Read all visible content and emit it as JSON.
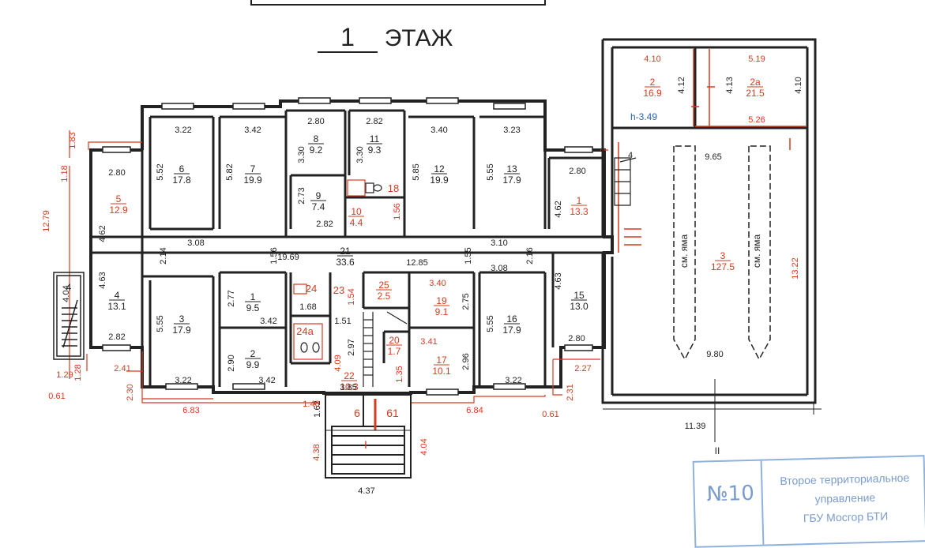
{
  "title": {
    "number": "1",
    "text": "ЭТАЖ"
  },
  "colors": {
    "ink": "#222222",
    "red": "#d83a1f",
    "blue": "#2a64b4",
    "stamp": "#7a9ccf"
  },
  "rooms": [
    {
      "id": "r6",
      "num": "6",
      "area": "17.8",
      "color": "black"
    },
    {
      "id": "r7",
      "num": "7",
      "area": "19.9",
      "color": "black"
    },
    {
      "id": "r8",
      "num": "8",
      "area": "9.2",
      "color": "black"
    },
    {
      "id": "r11",
      "num": "11",
      "area": "9.3",
      "color": "black"
    },
    {
      "id": "r12",
      "num": "12",
      "area": "19.9",
      "color": "black"
    },
    {
      "id": "r13",
      "num": "13",
      "area": "17.9",
      "color": "black"
    },
    {
      "id": "r5",
      "num": "5",
      "area": "12.9",
      "color": "red"
    },
    {
      "id": "r9",
      "num": "9",
      "area": "7.4",
      "color": "black"
    },
    {
      "id": "r10",
      "num": "10",
      "area": "4.4",
      "color": "red"
    },
    {
      "id": "r1r",
      "num": "1",
      "area": "13.3",
      "color": "red"
    },
    {
      "id": "r21",
      "num": "21",
      "area": "33.6",
      "color": "black"
    },
    {
      "id": "r4",
      "num": "4",
      "area": "13.1",
      "color": "black"
    },
    {
      "id": "r1",
      "num": "1",
      "area": "9.5",
      "color": "black"
    },
    {
      "id": "r3",
      "num": "3",
      "area": "17.9",
      "color": "black"
    },
    {
      "id": "r2",
      "num": "2",
      "area": "9.9",
      "color": "black"
    },
    {
      "id": "r25",
      "num": "25",
      "area": "2.5",
      "color": "red"
    },
    {
      "id": "r19",
      "num": "19",
      "area": "9.1",
      "color": "red"
    },
    {
      "id": "r20",
      "num": "20",
      "area": "1.7",
      "color": "red"
    },
    {
      "id": "r17",
      "num": "17",
      "area": "10.1",
      "color": "red"
    },
    {
      "id": "r16",
      "num": "16",
      "area": "17.9",
      "color": "black"
    },
    {
      "id": "r15",
      "num": "15",
      "area": "13.0",
      "color": "black"
    },
    {
      "id": "r22",
      "num": "22",
      "area": "10.3",
      "color": "red"
    },
    {
      "id": "rg2",
      "num": "2",
      "area": "16.9",
      "color": "red"
    },
    {
      "id": "rg2a",
      "num": "2а",
      "area": "21.5",
      "color": "red"
    },
    {
      "id": "rg3",
      "num": "3",
      "area": "127.5",
      "color": "red"
    }
  ],
  "singles": [
    {
      "id": "s18",
      "text": "18",
      "color": "red"
    },
    {
      "id": "s24",
      "text": "24",
      "color": "red"
    },
    {
      "id": "s23",
      "text": "23",
      "color": "red"
    },
    {
      "id": "s24a",
      "text": "24а",
      "color": "red"
    },
    {
      "id": "s6",
      "text": "6",
      "color": "red"
    },
    {
      "id": "s61",
      "text": "61",
      "color": "red"
    },
    {
      "id": "sI",
      "text": "I",
      "color": "red"
    },
    {
      "id": "sII",
      "text": "II",
      "color": "black"
    },
    {
      "id": "sh",
      "text": "h-3.49",
      "color": "blue"
    },
    {
      "id": "syama1",
      "text": "см. яма",
      "color": "black"
    },
    {
      "id": "syama2",
      "text": "см. яма",
      "color": "black"
    },
    {
      "id": "s4v",
      "text": "4",
      "color": "black"
    },
    {
      "id": "sB",
      "text": "4",
      "color": "black"
    }
  ],
  "dims": [
    {
      "id": "d1",
      "text": "3.22",
      "color": "black"
    },
    {
      "id": "d2",
      "text": "3.42",
      "color": "black"
    },
    {
      "id": "d3",
      "text": "2.80",
      "color": "black"
    },
    {
      "id": "d4",
      "text": "2.82",
      "color": "black"
    },
    {
      "id": "d5",
      "text": "3.40",
      "color": "black"
    },
    {
      "id": "d6",
      "text": "3.23",
      "color": "black"
    },
    {
      "id": "d7",
      "text": "2.80",
      "color": "black"
    },
    {
      "id": "d8",
      "text": "2.80",
      "color": "black"
    },
    {
      "id": "d9",
      "text": "5.52",
      "color": "black"
    },
    {
      "id": "d10",
      "text": "5.82",
      "color": "black"
    },
    {
      "id": "d11",
      "text": "3.30",
      "color": "black"
    },
    {
      "id": "d12",
      "text": "3.30",
      "color": "black"
    },
    {
      "id": "d13",
      "text": "5.85",
      "color": "black"
    },
    {
      "id": "d14",
      "text": "5.55",
      "color": "black"
    },
    {
      "id": "d15",
      "text": "4.62",
      "color": "black"
    },
    {
      "id": "d16",
      "text": "4.62",
      "color": "black"
    },
    {
      "id": "d17",
      "text": "2.73",
      "color": "black"
    },
    {
      "id": "d18",
      "text": "2.82",
      "color": "black"
    },
    {
      "id": "d19",
      "text": "1.56",
      "color": "red"
    },
    {
      "id": "d20",
      "text": "3.08",
      "color": "black"
    },
    {
      "id": "d21",
      "text": "3.10",
      "color": "black"
    },
    {
      "id": "d22",
      "text": "2.14",
      "color": "black"
    },
    {
      "id": "d23",
      "text": "1.56",
      "color": "black"
    },
    {
      "id": "d24",
      "text": "19.69",
      "color": "black"
    },
    {
      "id": "d25",
      "text": "12.85",
      "color": "black"
    },
    {
      "id": "d26",
      "text": "1.55",
      "color": "black"
    },
    {
      "id": "d27",
      "text": "2.16",
      "color": "black"
    },
    {
      "id": "d28",
      "text": "3.08",
      "color": "black"
    },
    {
      "id": "d29",
      "text": "4.63",
      "color": "black"
    },
    {
      "id": "d30",
      "text": "4.63",
      "color": "black"
    },
    {
      "id": "d31",
      "text": "2.77",
      "color": "black"
    },
    {
      "id": "d32",
      "text": "3.42",
      "color": "black"
    },
    {
      "id": "d33",
      "text": "5.55",
      "color": "black"
    },
    {
      "id": "d34",
      "text": "1.68",
      "color": "black"
    },
    {
      "id": "d35",
      "text": "1.54",
      "color": "red"
    },
    {
      "id": "d36",
      "text": "3.40",
      "color": "red"
    },
    {
      "id": "d37",
      "text": "2.75",
      "color": "black"
    },
    {
      "id": "d38",
      "text": "5.55",
      "color": "black"
    },
    {
      "id": "d39",
      "text": "1.51",
      "color": "black"
    },
    {
      "id": "d40",
      "text": "2.97",
      "color": "black"
    },
    {
      "id": "d41",
      "text": "4.09",
      "color": "red"
    },
    {
      "id": "d42",
      "text": "2.90",
      "color": "black"
    },
    {
      "id": "d43",
      "text": "2.82",
      "color": "black"
    },
    {
      "id": "d44",
      "text": "2.80",
      "color": "black"
    },
    {
      "id": "d45",
      "text": "3.41",
      "color": "red"
    },
    {
      "id": "d46",
      "text": "2.96",
      "color": "black"
    },
    {
      "id": "d47",
      "text": "1.35",
      "color": "red"
    },
    {
      "id": "d48",
      "text": "3.22",
      "color": "black"
    },
    {
      "id": "d49",
      "text": "3.42",
      "color": "black"
    },
    {
      "id": "d50",
      "text": "3.22",
      "color": "black"
    },
    {
      "id": "d51",
      "text": "3.85",
      "color": "black"
    },
    {
      "id": "d52",
      "text": "1.62",
      "color": "black"
    },
    {
      "id": "d53",
      "text": "1.83",
      "color": "red"
    },
    {
      "id": "d54",
      "text": "1.18",
      "color": "red"
    },
    {
      "id": "d55",
      "text": "12.79",
      "color": "red"
    },
    {
      "id": "d56",
      "text": "1.29",
      "color": "red"
    },
    {
      "id": "d57",
      "text": "1.28",
      "color": "red"
    },
    {
      "id": "d58",
      "text": "2.41",
      "color": "red"
    },
    {
      "id": "d59",
      "text": "0.61",
      "color": "red"
    },
    {
      "id": "d60",
      "text": "2.30",
      "color": "red"
    },
    {
      "id": "d61",
      "text": "6.83",
      "color": "red"
    },
    {
      "id": "d62",
      "text": "1.46",
      "color": "red"
    },
    {
      "id": "d63",
      "text": "4.38",
      "color": "red"
    },
    {
      "id": "d64",
      "text": "4.04",
      "color": "red"
    },
    {
      "id": "d65",
      "text": "6.84",
      "color": "red"
    },
    {
      "id": "d66",
      "text": "0.61",
      "color": "red"
    },
    {
      "id": "d67",
      "text": "2.31",
      "color": "red"
    },
    {
      "id": "d68",
      "text": "2.27",
      "color": "red"
    },
    {
      "id": "d69",
      "text": "4.37",
      "color": "black"
    },
    {
      "id": "d70",
      "text": "11.39",
      "color": "black"
    },
    {
      "id": "d71",
      "text": "9.65",
      "color": "black"
    },
    {
      "id": "d72",
      "text": "9.80",
      "color": "black"
    },
    {
      "id": "d73",
      "text": "13.22",
      "color": "red"
    },
    {
      "id": "d74",
      "text": "4.10",
      "color": "red"
    },
    {
      "id": "d75",
      "text": "5.19",
      "color": "red"
    },
    {
      "id": "d76",
      "text": "4.12",
      "color": "black"
    },
    {
      "id": "d77",
      "text": "4.13",
      "color": "black"
    },
    {
      "id": "d78",
      "text": "4.10",
      "color": "black"
    },
    {
      "id": "d79",
      "text": "5.26",
      "color": "red"
    },
    {
      "id": "d80",
      "text": "4.04",
      "color": "black"
    }
  ],
  "stamp": {
    "number": "№10",
    "line1": "Второе территориальное",
    "line2": "управление",
    "line3": "ГБУ Мосгор БТИ"
  }
}
